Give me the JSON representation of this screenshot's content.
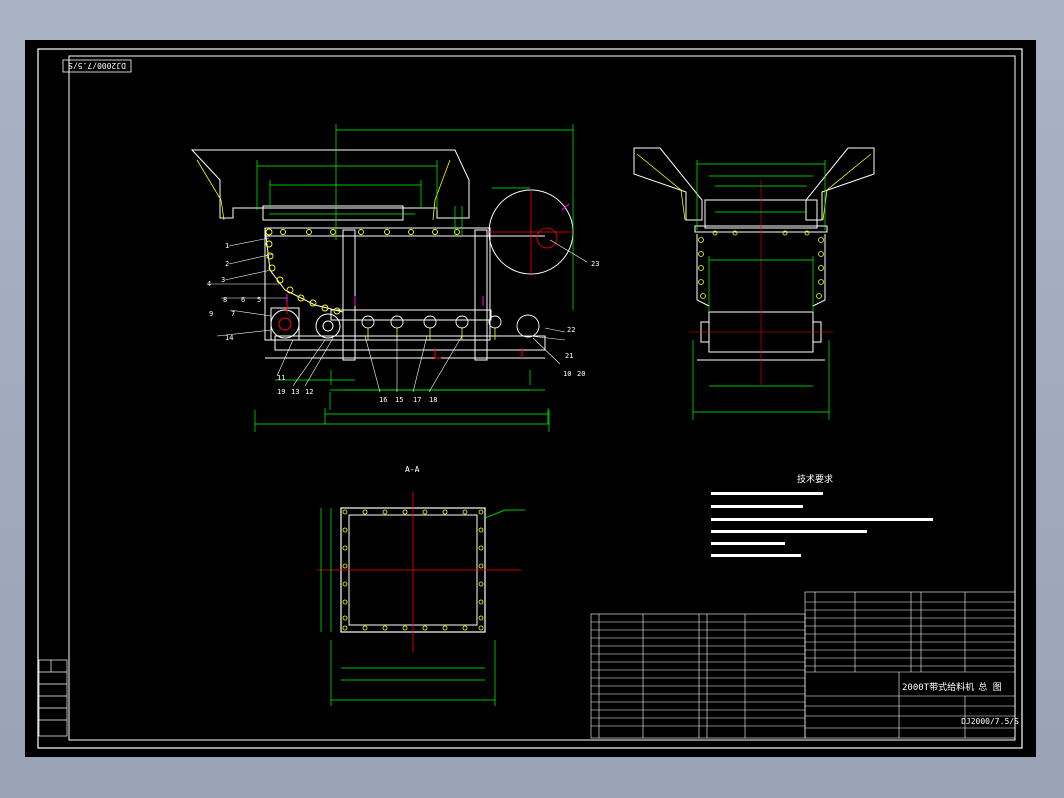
{
  "drawing_number": "DJ2000/7.5/S",
  "section_label": "A-A",
  "tech_requirements": {
    "title": "技术要求"
  },
  "title_block": {
    "product_name": "2000T带式给料机",
    "view_name": "总 图",
    "drawing_no": "DJ2000/7.5/S"
  },
  "balloons": [
    "1",
    "2",
    "3",
    "4",
    "5",
    "6",
    "7",
    "8",
    "9",
    "10",
    "11",
    "12",
    "13",
    "14",
    "15",
    "16",
    "17",
    "18",
    "19",
    "20",
    "21",
    "22",
    "23"
  ],
  "colors": {
    "background": "#000000",
    "outline": "#ffffff",
    "dimension": "#00ff00",
    "centerline": "#ff0000",
    "accent": "#ffff00",
    "hidden": "#ff00ff"
  }
}
